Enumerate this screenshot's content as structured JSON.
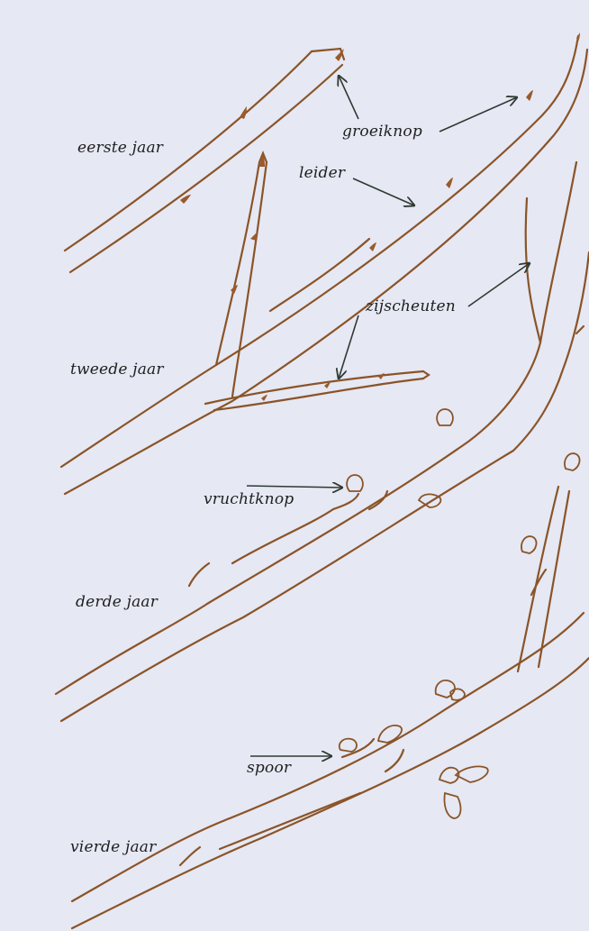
{
  "colors": {
    "background": "#e6e8f3",
    "branch": "#8a5428",
    "bud": "#9a5a2a",
    "arrow": "#2e3a33",
    "text": "#1f1f1f"
  },
  "labels": {
    "eerste_jaar": "eerste jaar",
    "tweede_jaar": "tweede jaar",
    "derde_jaar": "derde jaar",
    "vierde_jaar": "vierde jaar",
    "groeiknop": "groeiknop",
    "leider": "leider",
    "zijscheuten": "zijscheuten",
    "vruchtknop": "vruchtknop",
    "spoor": "spoor"
  }
}
